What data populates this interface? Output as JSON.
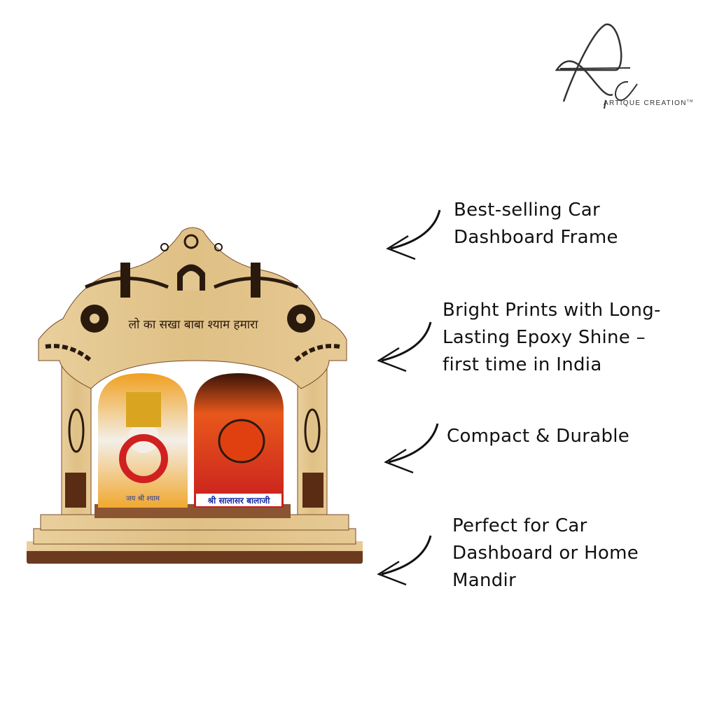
{
  "brand": {
    "logo_monogram": "AC",
    "name": "ARTIQUE CREATION",
    "trademark": "TM"
  },
  "product": {
    "arch_inscription": "लो का सखा बाबा श्याम हमारा",
    "left_print_caption": "जय श्री श्याम",
    "right_print_caption": "श्री सालासर बालाजी",
    "colors": {
      "wood": "#e3c690",
      "engraving": "#2a1a0e",
      "print_orange": "#e8581c",
      "print_red": "#c81e1e"
    }
  },
  "features": [
    {
      "lines": [
        "Best-selling Car",
        "Dashboard Frame"
      ]
    },
    {
      "lines": [
        "Bright Prints with Long-",
        "Lasting Epoxy Shine –",
        "first time in India"
      ]
    },
    {
      "lines": [
        "Compact & Durable"
      ]
    },
    {
      "lines": [
        "Perfect for Car",
        "Dashboard or Home",
        "Mandir"
      ]
    }
  ]
}
